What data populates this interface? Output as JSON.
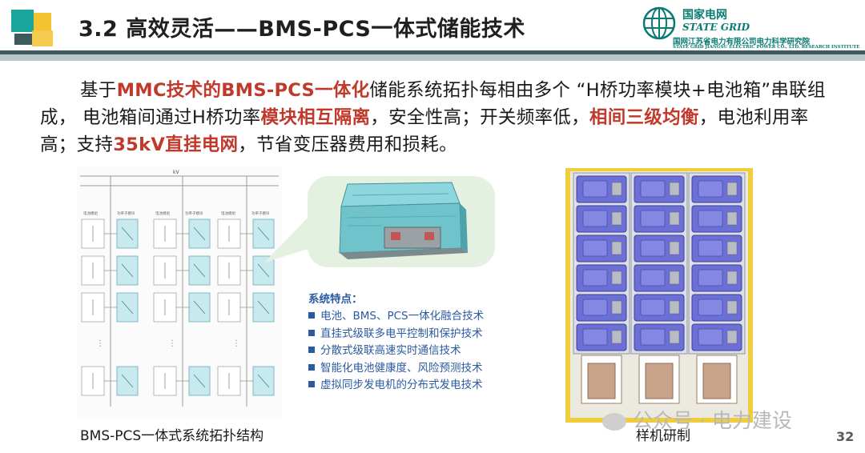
{
  "header": {
    "title": "3.2 高效灵活——BMS-PCS一体式储能技术",
    "brand_cn": "国家电网",
    "brand_en": "STATE GRID",
    "institute_cn": "国网江苏省电力有限公司电力科学研究院",
    "institute_en": "STATE GRID JIANGSU ELECTRIC POWER CO., LTD. RESEARCH INSTITUTE",
    "logo_colors": {
      "teal": "#1aa59a",
      "yellow": "#f2c230",
      "dark": "#3d5a5c"
    }
  },
  "paragraph": {
    "p1": "基于",
    "h1": "MMC技术的BMS-PCS一体化",
    "p2": "储能系统拓扑每相由多个 “H桥功率模块+电池箱”串联组成， 电池箱间通过H桥功率",
    "h2": "模块相互隔离",
    "p3": "，安全性高；开关频率低，",
    "h3": "相间三级均衡",
    "p4": "，电池利用率高；支持",
    "h4": "35kV直挂电网",
    "p5": "，节省变压器费用和损耗。",
    "highlight_color": "#c0392b"
  },
  "diagram": {
    "bus_label": "kV",
    "column_labels": [
      "电池模组",
      "功率子模块",
      "电池模组",
      "功率子模块",
      "电池模组",
      "功率子模块"
    ]
  },
  "features": {
    "title": "系统特点：",
    "items": [
      "电池、BMS、PCS一体化融合技术",
      "直挂式级联多电平控制和保护技术",
      "分散式级联高速实时通信技术",
      "智能化电池健康度、风险预测技术",
      "虚拟同步发电机的分布式发电技术"
    ],
    "color": "#2c5aa0"
  },
  "captions": {
    "left": "BMS-PCS一体式系统拓扑结构",
    "right": "样机研制"
  },
  "watermark": "公众号 · 电力建设",
  "page_number": "32"
}
